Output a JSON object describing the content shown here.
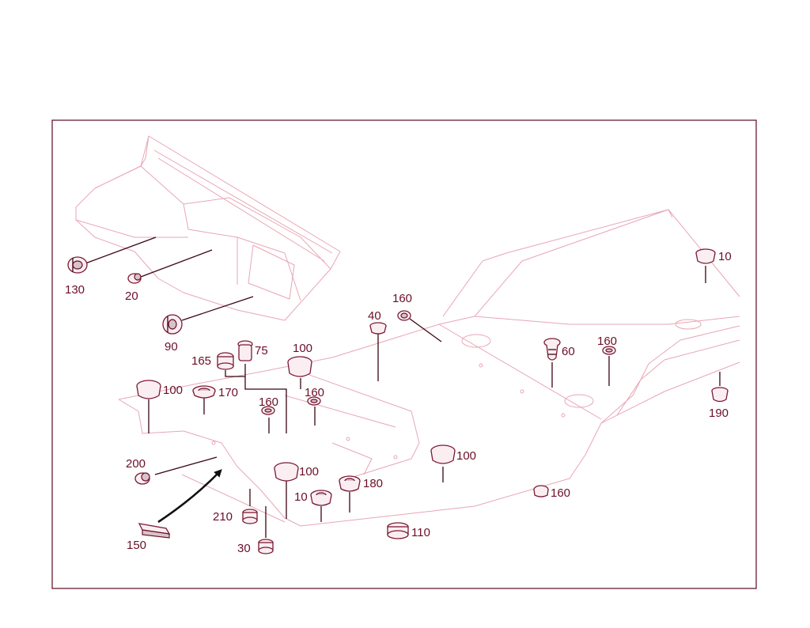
{
  "accent_color": "#6a0f28",
  "body_line_color": "#e8a6b6",
  "labels": {
    "l130": "130",
    "l20": "20",
    "l90": "90",
    "l10a": "10",
    "l160a": "160",
    "l40": "40",
    "l165": "165",
    "l75": "75",
    "l100a": "100",
    "l100b": "100",
    "l170": "170",
    "l160b": "160",
    "l160c": "160",
    "l60": "60",
    "l160d": "160",
    "l190": "190",
    "l100c": "100",
    "l200": "200",
    "l100d": "100",
    "l10b": "10",
    "l180": "180",
    "l160e": "160",
    "l210": "210",
    "l110": "110",
    "l150": "150",
    "l30": "30"
  }
}
